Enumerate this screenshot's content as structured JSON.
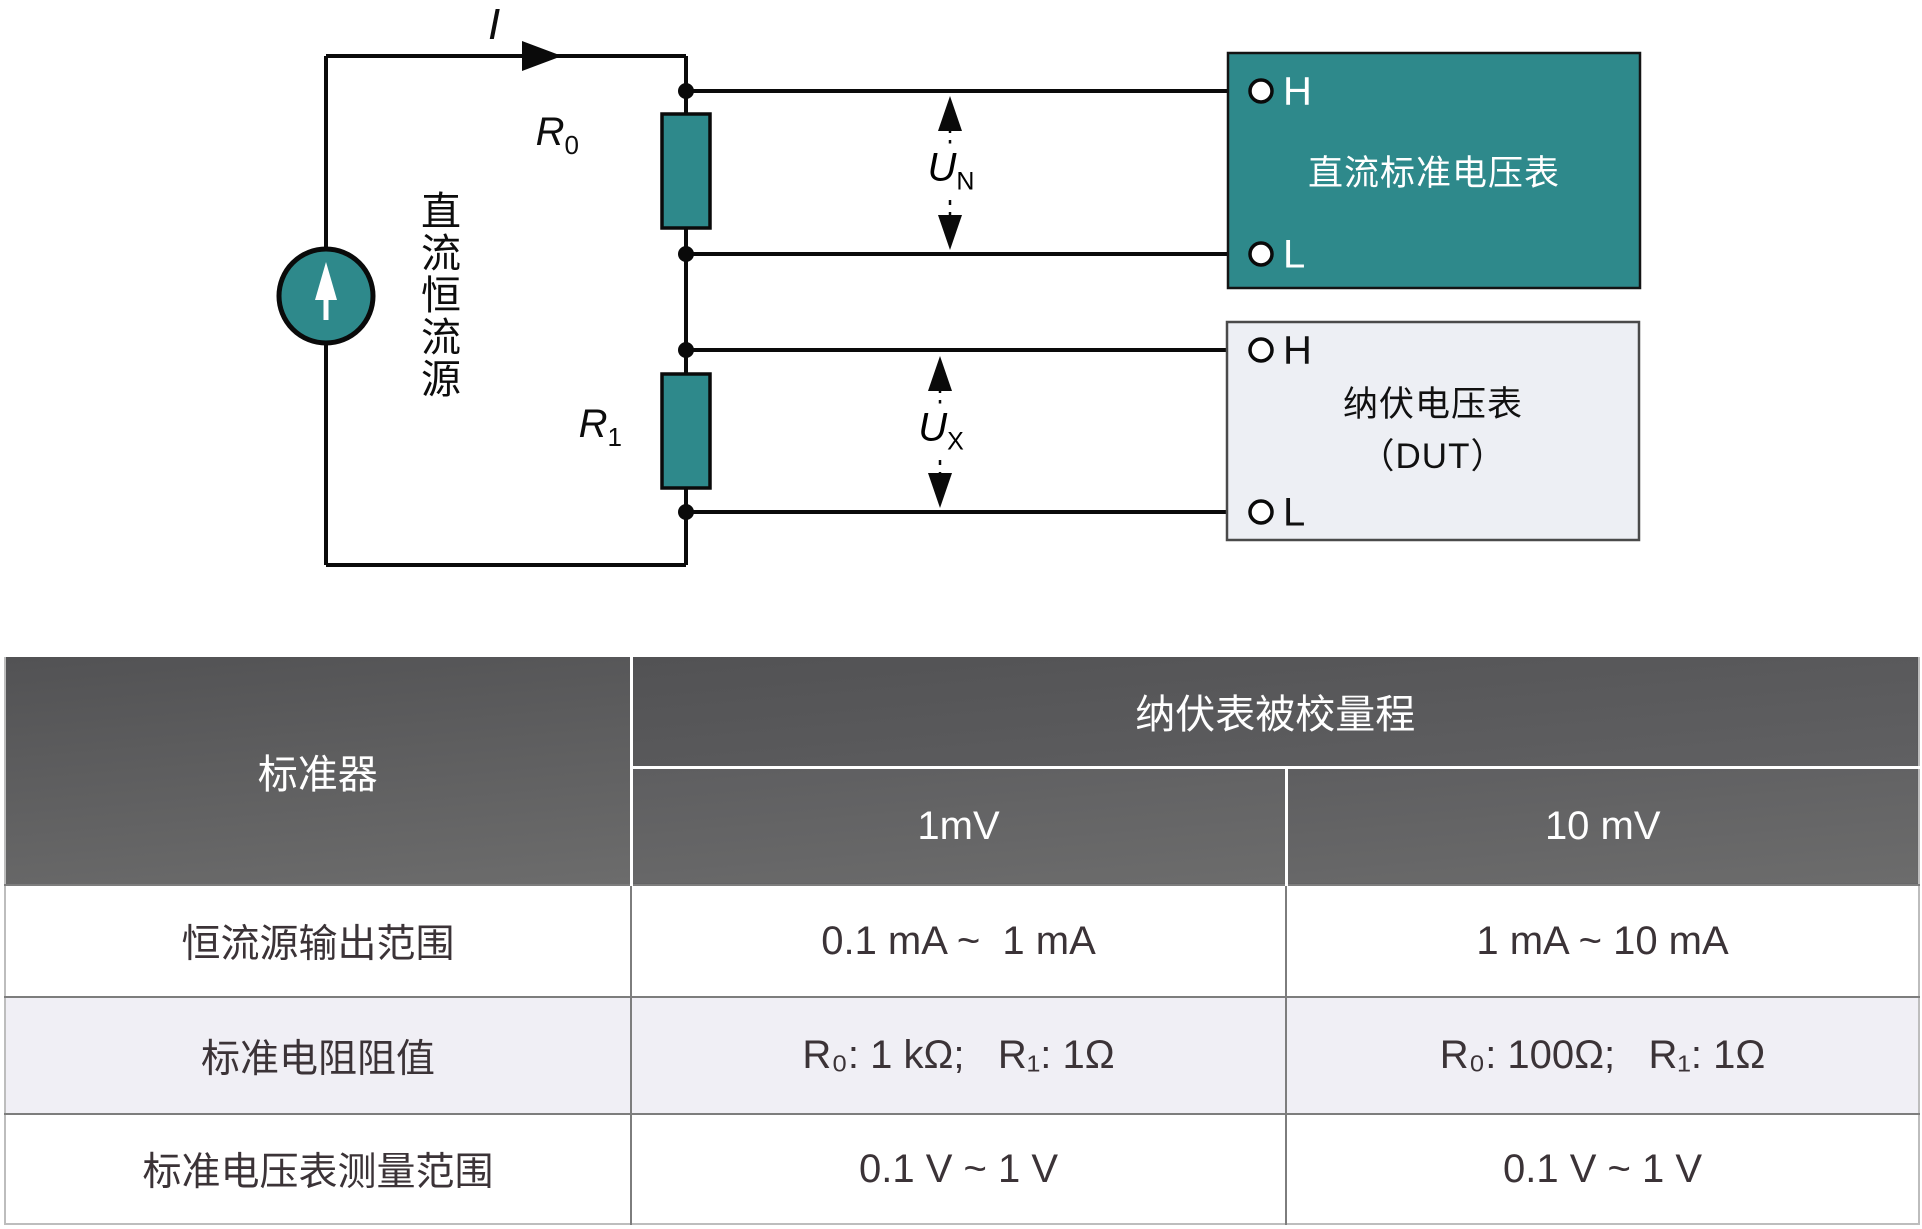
{
  "circuit": {
    "current_label": "I",
    "source_label": "直流恒流源",
    "r0": {
      "base": "R",
      "sub": "0"
    },
    "r1": {
      "base": "R",
      "sub": "1"
    },
    "un": {
      "base": "U",
      "sub": "N"
    },
    "ux": {
      "base": "U",
      "sub": "X"
    },
    "standard_meter": {
      "title": "直流标准电压表",
      "h": "H",
      "l": "L"
    },
    "dut_meter": {
      "title_line1": "纳伏电压表",
      "title_line2": "（DUT）",
      "h": "H",
      "l": "L"
    },
    "colors": {
      "teal": "#2E898B",
      "wire": "#0a0a0a",
      "dut_fill": "#EDEFF4"
    }
  },
  "table": {
    "header": {
      "col1": "标准器",
      "span": "纳伏表被校量程",
      "sub1": "1mV",
      "sub2": "10 mV"
    },
    "rows": [
      {
        "label": "恒流源输出范围",
        "c1": "0.1 mA ~  1 mA",
        "c2": "1 mA ~ 10 mA"
      },
      {
        "label": "标准电阻阻值",
        "c1": "R₀: 1 kΩ;   R₁: 1Ω",
        "c2": "R₀: 100Ω;   R₁: 1Ω"
      },
      {
        "label": "标准电压表测量范围",
        "c1": "0.1 V ~ 1 V",
        "c2": "0.1 V ~ 1 V"
      }
    ]
  }
}
